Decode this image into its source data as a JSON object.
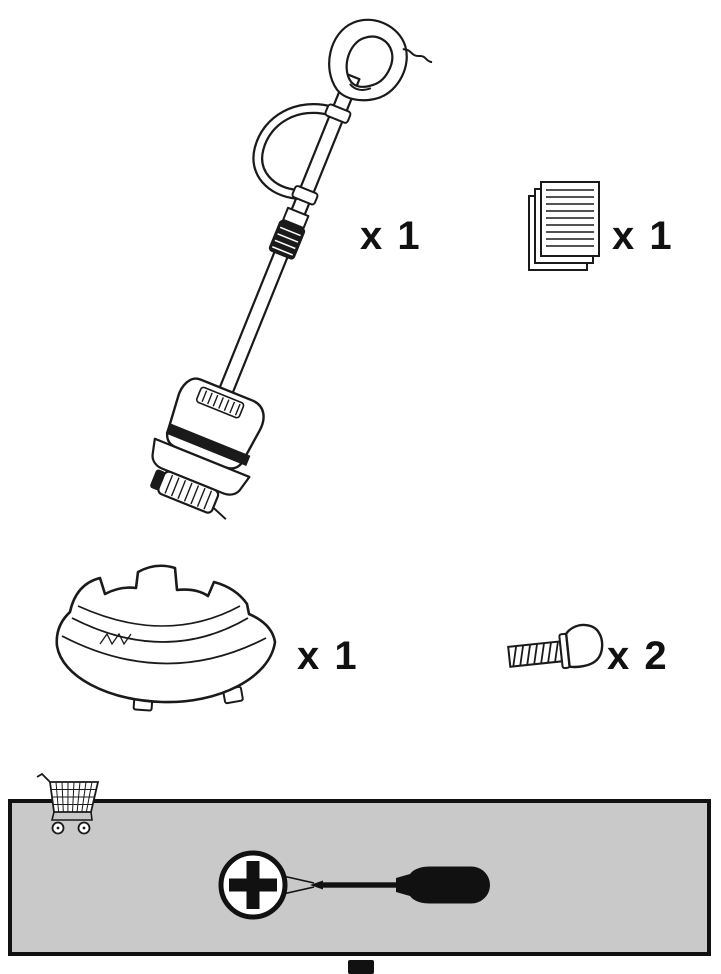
{
  "counts": {
    "trimmer": "x 1",
    "manual": "x 1",
    "guard": "x 1",
    "screws": "x 2"
  },
  "icons": {
    "trimmer": "string-trimmer",
    "manual": "instruction-sheets-stack",
    "guard": "trimmer-cutting-guard",
    "screw": "round-head-screw",
    "cart": "shopping-cart",
    "screwdriver": "phillips-screwdriver",
    "bit_callout": "phillips-cross-callout"
  },
  "colors": {
    "line": "#1a1a1a",
    "text": "#111111",
    "panel_background": "#c9c9c9",
    "panel_border": "#111111",
    "page_background": "#ffffff"
  }
}
